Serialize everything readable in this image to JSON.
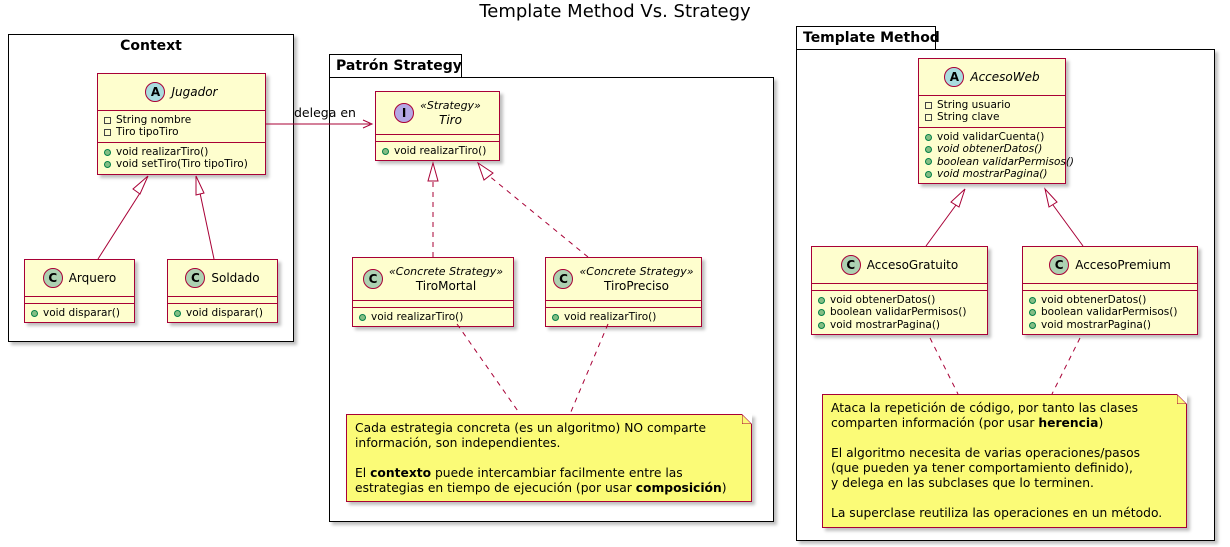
{
  "title": "Template Method Vs. Strategy",
  "colors": {
    "class_fill": "#fefece",
    "class_border": "#a80036",
    "note_fill": "#fbfb77",
    "abstract_circle": "#a9dcdf",
    "class_circle": "#add1b2",
    "interface_circle": "#b4a7e5"
  },
  "groups": {
    "context": {
      "label": "Context"
    },
    "strategy": {
      "label": "Patrón Strategy"
    },
    "template": {
      "label": "Template Method"
    }
  },
  "classes": {
    "jugador": {
      "kind_letter": "A",
      "name": "Jugador",
      "fields": [
        "String nombre",
        "Tiro tipoTiro"
      ],
      "methods": [
        "void realizarTiro()",
        "void setTiro(Tiro tipoTiro)"
      ]
    },
    "arquero": {
      "kind_letter": "C",
      "name": "Arquero",
      "methods": [
        "void disparar()"
      ]
    },
    "soldado": {
      "kind_letter": "C",
      "name": "Soldado",
      "methods": [
        "void disparar()"
      ]
    },
    "tiro": {
      "kind_letter": "I",
      "stereotype": "«Strategy»",
      "name": "Tiro",
      "methods": [
        "void realizarTiro()"
      ]
    },
    "tiro_mortal": {
      "kind_letter": "C",
      "stereotype": "«Concrete Strategy»",
      "name": "TiroMortal",
      "methods": [
        "void realizarTiro()"
      ]
    },
    "tiro_preciso": {
      "kind_letter": "C",
      "stereotype": "«Concrete Strategy»",
      "name": "TiroPreciso",
      "methods": [
        "void realizarTiro()"
      ]
    },
    "acceso_web": {
      "kind_letter": "A",
      "name": "AccesoWeb",
      "fields": [
        "String usuario",
        "String clave"
      ],
      "methods": [
        "void validarCuenta()",
        "void obtenerDatos()",
        "boolean validarPermisos()",
        "void mostrarPagina()"
      ]
    },
    "acceso_gratuito": {
      "kind_letter": "C",
      "name": "AccesoGratuito",
      "methods": [
        "void obtenerDatos()",
        "boolean validarPermisos()",
        "void mostrarPagina()"
      ]
    },
    "acceso_premium": {
      "kind_letter": "C",
      "name": "AccesoPremium",
      "methods": [
        "void obtenerDatos()",
        "boolean validarPermisos()",
        "void mostrarPagina()"
      ]
    }
  },
  "edge_labels": {
    "delega": "delega en"
  },
  "notes": {
    "strategy": {
      "p1": "Cada estrategia concreta (es un algoritmo) NO comparte\ninformación, son independientes.",
      "p2_a": "El ",
      "p2_bold": "contexto",
      "p2_b": " puede intercambiar facilmente entre las\nestrategias en tiempo de ejecución (por usar ",
      "p2_bold2": "composición",
      "p2_c": ")"
    },
    "template": {
      "p1_a": "Ataca la repetición de código, por tanto las clases\ncomparten información (por usar ",
      "p1_bold": "herencia",
      "p1_b": ")",
      "p2": "El algoritmo necesita de varias operaciones/pasos\n(que pueden ya tener comportamiento definido),\ny delega en las subclases que lo terminen.",
      "p3": "La superclase reutiliza las operaciones en un método."
    }
  }
}
